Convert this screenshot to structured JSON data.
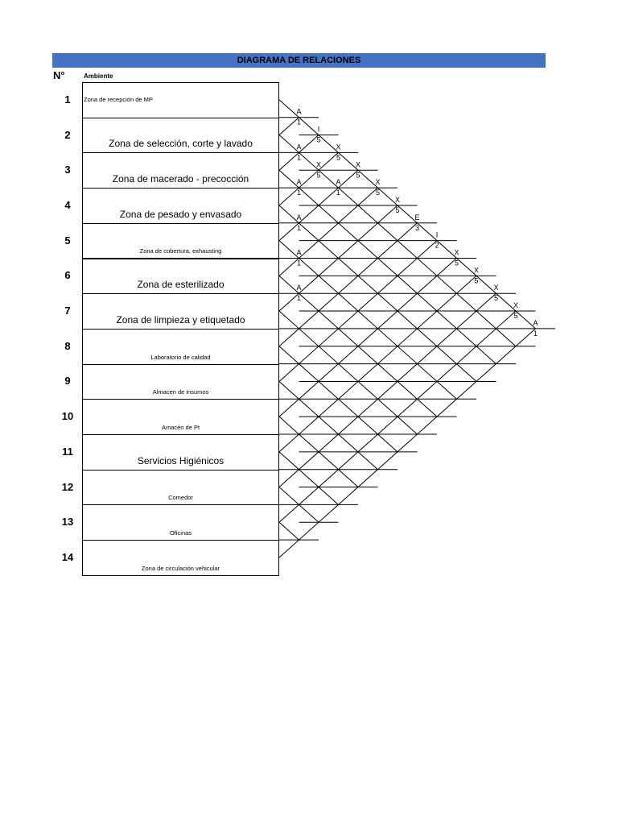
{
  "title": "DIAGRAMA DE RELACIONES",
  "header_no": "N°",
  "header_ambiente": "Ambiente",
  "rows": [
    {
      "n": "1",
      "name": "Zona de recepción de MP"
    },
    {
      "n": "2",
      "name": "Zona de selección, corte y lavado"
    },
    {
      "n": "3",
      "name": "Zona de macerado - precocción"
    },
    {
      "n": "4",
      "name": "Zona de pesado y envasado"
    },
    {
      "n": "5",
      "name": "Zona de cobertura, exhausting"
    },
    {
      "n": "6",
      "name": "Zona de esterilizado"
    },
    {
      "n": "7",
      "name": "Zona de limpieza y etiquetado"
    },
    {
      "n": "8",
      "name": "Laboratorio de calidad"
    },
    {
      "n": "9",
      "name": "Almacen de insumos"
    },
    {
      "n": "10",
      "name": "Amacén de Pt"
    },
    {
      "n": "11",
      "name": "Servicios Higiénicos"
    },
    {
      "n": "12",
      "name": "Comedor"
    },
    {
      "n": "13",
      "name": "Oficinas"
    },
    {
      "n": "14",
      "name": "Zona de circulación vehicular"
    }
  ],
  "relations": [
    {
      "pair": "1-2",
      "code": "A",
      "reason": "1"
    },
    {
      "pair": "1-3",
      "code": "I",
      "reason": "5"
    },
    {
      "pair": "2-3",
      "code": "A",
      "reason": "1"
    },
    {
      "pair": "1-4",
      "code": "X",
      "reason": "5"
    },
    {
      "pair": "2-4",
      "code": "X",
      "reason": "5"
    },
    {
      "pair": "1-5",
      "code": "X",
      "reason": "5"
    },
    {
      "pair": "3-4",
      "code": "A",
      "reason": "1"
    },
    {
      "pair": "2-5",
      "code": "A",
      "reason": "1"
    },
    {
      "pair": "1-6",
      "code": "X",
      "reason": "5"
    },
    {
      "pair": "1-7",
      "code": "X",
      "reason": "5"
    },
    {
      "pair": "4-5",
      "code": "A",
      "reason": "1"
    },
    {
      "pair": "1-8",
      "code": "E",
      "reason": "3"
    },
    {
      "pair": "1-9",
      "code": "I",
      "reason": "2"
    },
    {
      "pair": "5-6",
      "code": "A",
      "reason": "1"
    },
    {
      "pair": "1-10",
      "code": "X",
      "reason": "5"
    },
    {
      "pair": "1-11",
      "code": "X",
      "reason": "5"
    },
    {
      "pair": "6-7",
      "code": "A",
      "reason": "1"
    },
    {
      "pair": "1-12",
      "code": "X",
      "reason": "5"
    },
    {
      "pair": "1-13",
      "code": "X",
      "reason": "5"
    },
    {
      "pair": "1-14",
      "code": "A",
      "reason": "1"
    }
  ]
}
